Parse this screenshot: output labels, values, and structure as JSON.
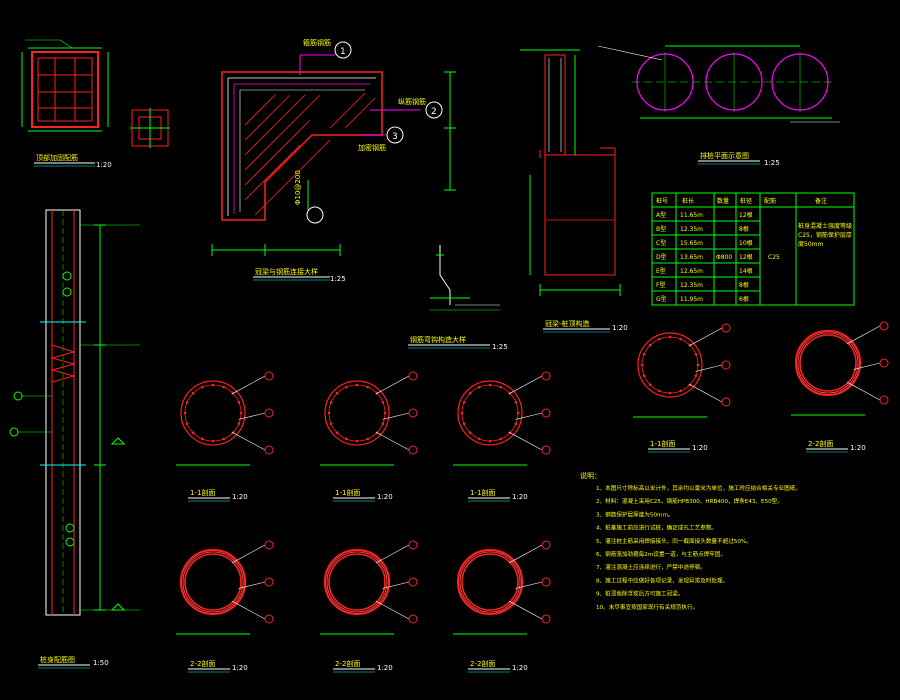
{
  "drawing": {
    "titles": {
      "corner_section": "顶部加固配筋",
      "beam_joint": "冠梁与钢筋连接大样",
      "pile_elevation": "桩身配筋图",
      "hook_detail": "钢筋弯钩构造大样",
      "column_section": "冠梁-桩顶构造",
      "pile_layout": "排桩平面示意图",
      "sec_1_a": "1-1剖面",
      "sec_1_b": "1-1剖面",
      "sec_1_c": "1-1剖面",
      "sec_1_d": "1-1剖面",
      "sec_2_a": "2-2剖面",
      "sec_2_b": "2-2剖面",
      "sec_2_c": "2-2剖面",
      "sec_2_d": "2-2剖面"
    },
    "scales": {
      "corner_section": "1:20",
      "beam_joint": "1:25",
      "pile_elevation": "1:50",
      "hook_detail": "1:25",
      "column_section": "1:20",
      "pile_layout": "1:25",
      "sec_1_a": "1:20",
      "sec_1_b": "1:20",
      "sec_1_c": "1:20",
      "sec_1_d": "1:20",
      "sec_2_a": "1:20",
      "sec_2_b": "1:20",
      "sec_2_c": "1:20",
      "sec_2_d": "1:20"
    },
    "beam_joint_labels": {
      "rebar_1": "箍筋钢筋",
      "rebar_2": "纵筋钢筋",
      "rebar_3": "加密钢筋",
      "spacing": "Φ10@200"
    },
    "callouts": [
      "1",
      "2",
      "3"
    ],
    "table": {
      "headers": [
        "桩号",
        "桩长",
        "数量",
        "桩径",
        "配筋",
        "备注"
      ],
      "rows": [
        [
          "A型",
          "11.65m",
          "",
          "12根",
          "",
          ""
        ],
        [
          "B型",
          "12.35m",
          "",
          "8根",
          "",
          ""
        ],
        [
          "C型",
          "15.65m",
          "",
          "10根",
          "",
          ""
        ],
        [
          "D型",
          "13.65m",
          "Φ800",
          "12根",
          "C25",
          ""
        ],
        [
          "E型",
          "12.65m",
          "",
          "14根",
          "",
          ""
        ],
        [
          "F型",
          "12.35m",
          "",
          "8根",
          "",
          ""
        ],
        [
          "G型",
          "11.95m",
          "",
          "6根",
          "",
          ""
        ]
      ],
      "remark": "桩身混凝土强度等级C25，钢筋保护层厚度50mm"
    },
    "notes_title": "说明：",
    "notes": [
      "1、本图尺寸除标高以米计外，其余均以毫米为单位，施工时应结合相关专业图纸。",
      "2、材料：混凝土采用C25，钢筋HPB300、HRB400，焊条E43、E50型。",
      "3、钢筋保护层厚度为50mm。",
      "4、桩基施工前应进行试桩，确定成孔工艺参数。",
      "5、灌注桩主筋采用焊接接头，同一截面接头数量不超过50%。",
      "6、钢筋笼加劲箍每2m设置一道，与主筋点焊牢固。",
      "7、灌注混凝土应连续进行，严禁中途停顿。",
      "8、施工过程中应做好各项记录，发现异常及时处理。",
      "9、桩顶凿除浮浆后方可施工冠梁。",
      "10、未尽事宜按国家现行有关规范执行。"
    ]
  }
}
